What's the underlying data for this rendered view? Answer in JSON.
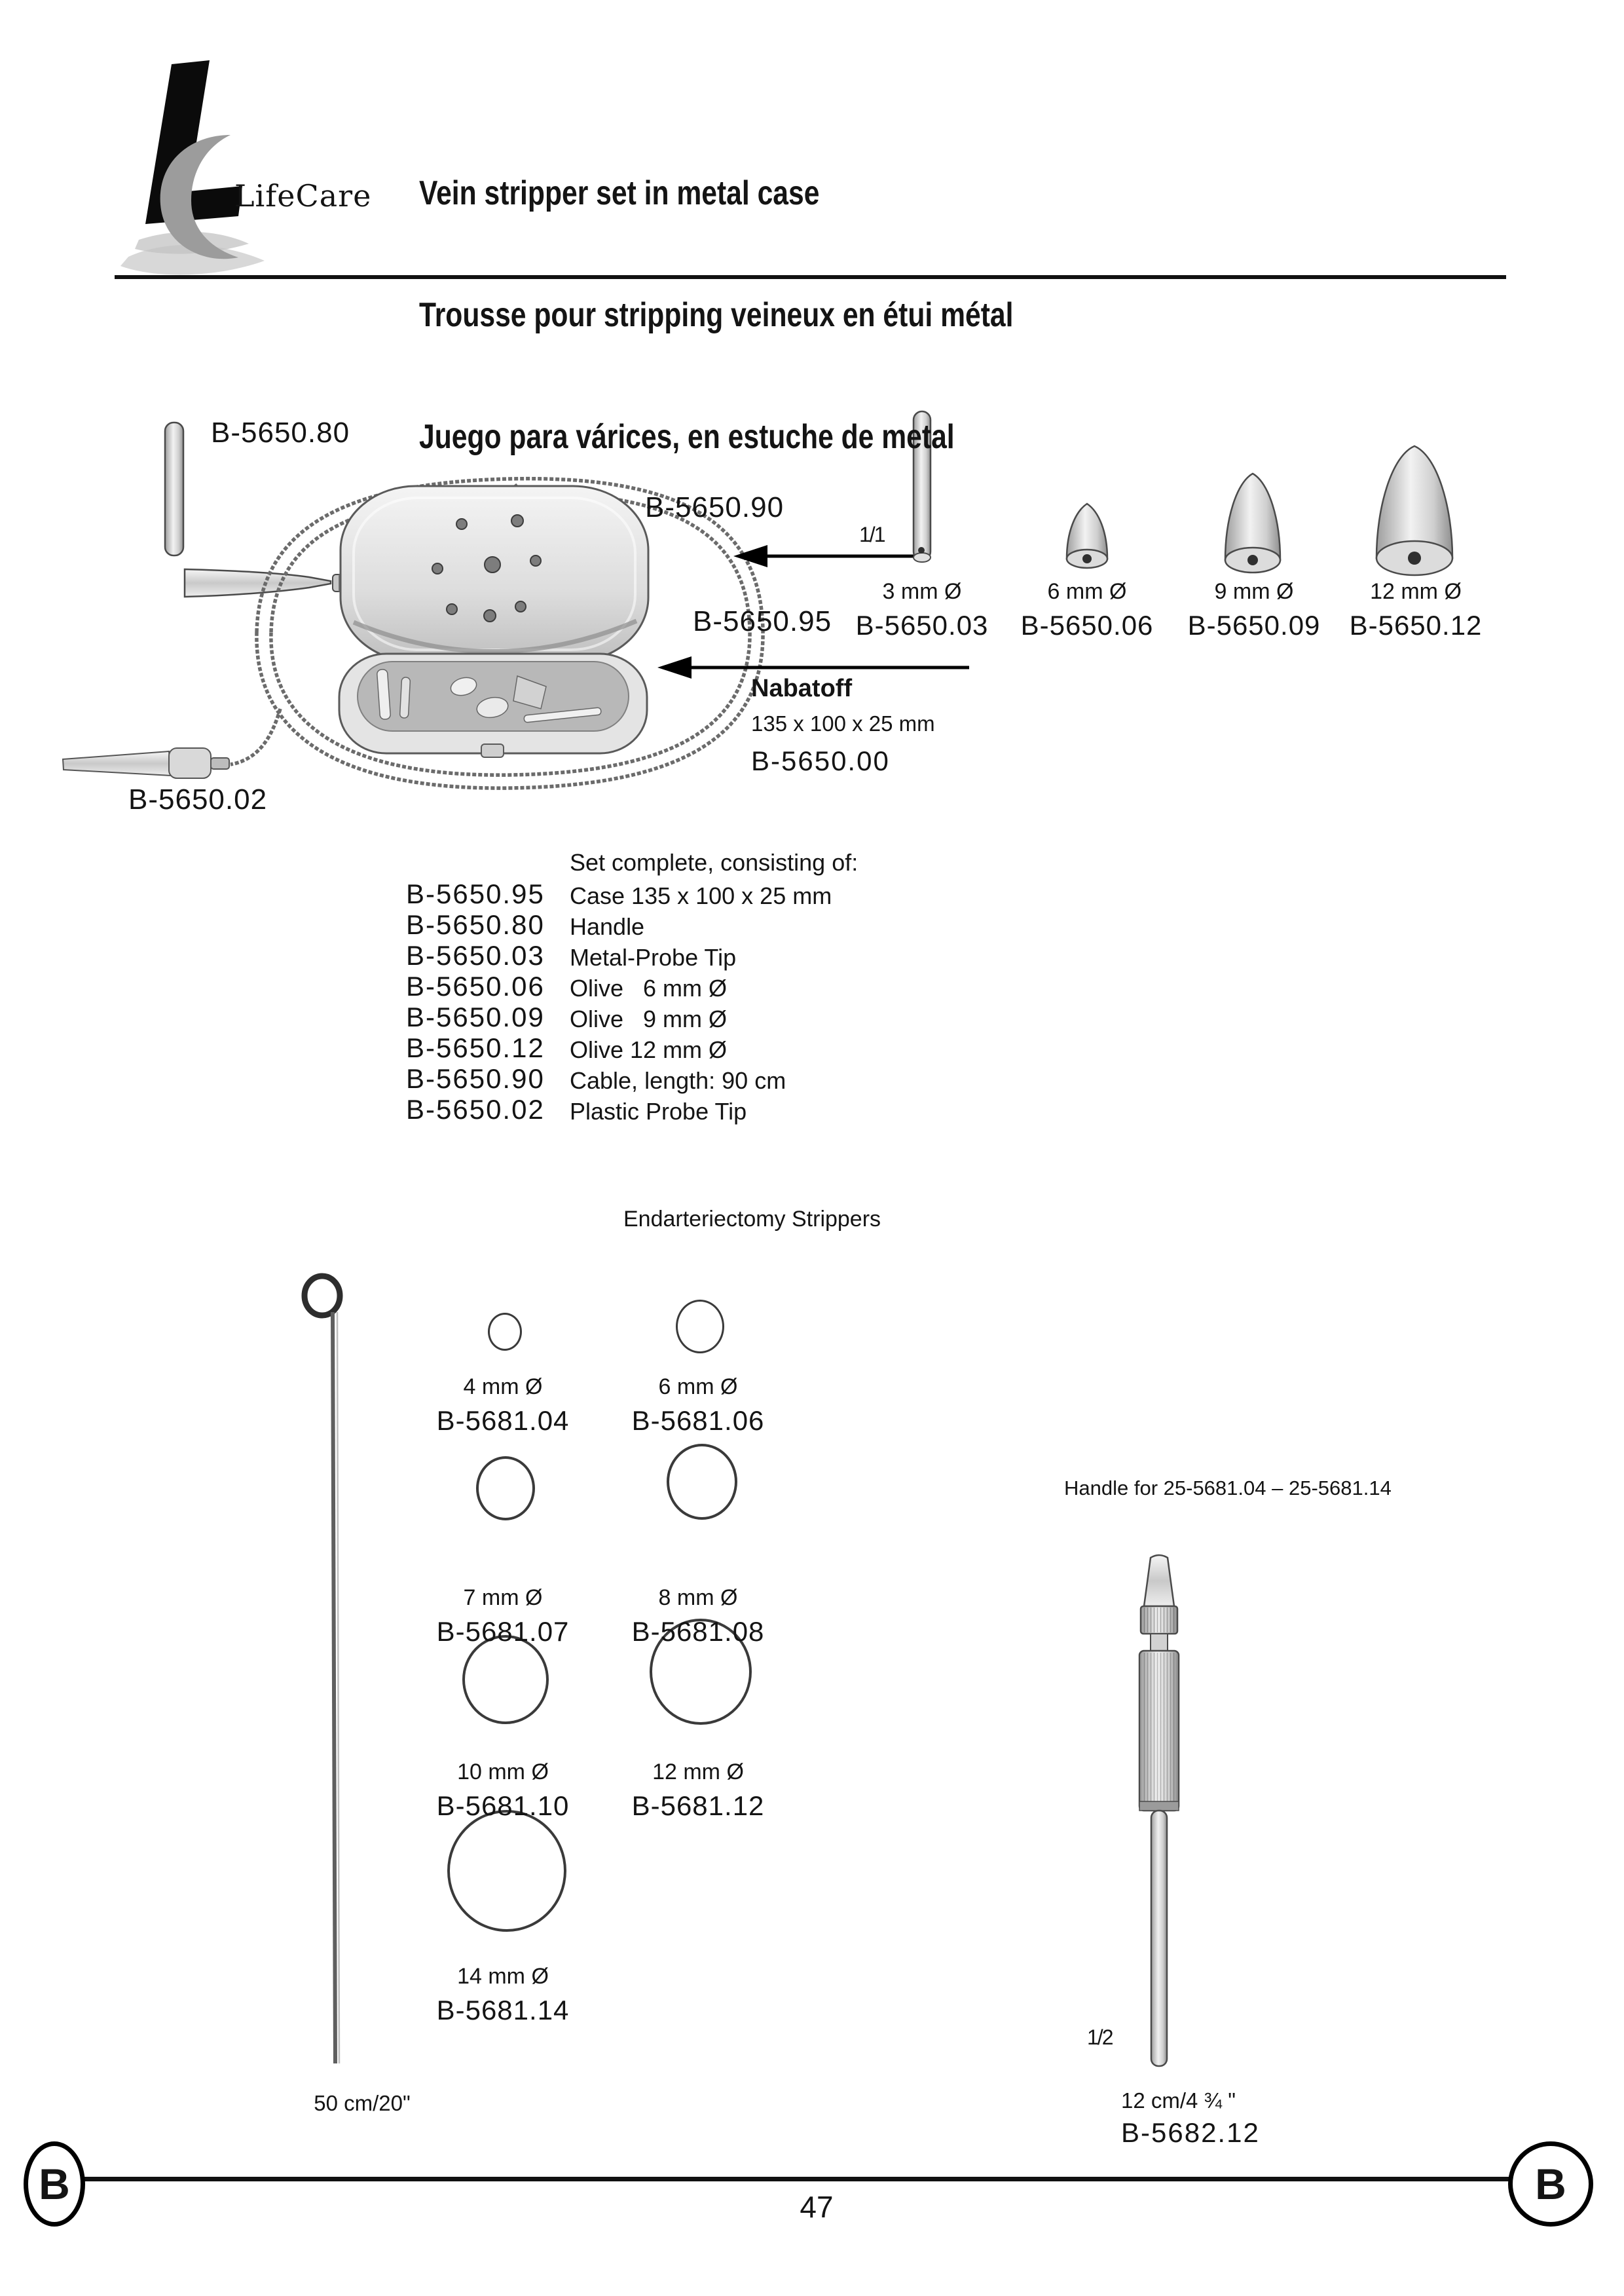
{
  "page": {
    "number": "47",
    "section_letter": "B"
  },
  "logo": {
    "name": "LifeCare"
  },
  "header": {
    "title_lines": [
      "Vein stripper set in metal case",
      "Trousse pour stripping veineux en étui métal",
      "Juego para várices, en estuche de metal"
    ]
  },
  "nabatoff_set": {
    "scale": "1/1",
    "callouts": {
      "handle": "B-5650.80",
      "cable": "B-5650.90",
      "case": "B-5650.95",
      "plastic_tip": "B-5650.02"
    },
    "product": {
      "name": "Nabatoff",
      "dimensions": "135 x 100 x 25 mm",
      "number": "B-5650.00"
    },
    "tips": [
      {
        "size": "3 mm Ø",
        "number": "B-5650.03"
      },
      {
        "size": "6 mm Ø",
        "number": "B-5650.06"
      },
      {
        "size": "9 mm Ø",
        "number": "B-5650.09"
      },
      {
        "size": "12 mm Ø",
        "number": "B-5650.12"
      }
    ],
    "set_list": {
      "header": "Set complete, consisting of:",
      "items": [
        {
          "number": "B-5650.95",
          "description": "Case 135 x 100 x 25 mm"
        },
        {
          "number": "B-5650.80",
          "description": "Handle"
        },
        {
          "number": "B-5650.03",
          "description": "Metal-Probe Tip"
        },
        {
          "number": "B-5650.06",
          "description": "Olive   6 mm Ø"
        },
        {
          "number": "B-5650.09",
          "description": "Olive   9 mm Ø"
        },
        {
          "number": "B-5650.12",
          "description": "Olive 12 mm Ø"
        },
        {
          "number": "B-5650.90",
          "description": "Cable, length: 90 cm"
        },
        {
          "number": "B-5650.02",
          "description": "Plastic Probe Tip"
        }
      ]
    }
  },
  "endarteriectomy": {
    "heading": "Endarteriectomy Strippers",
    "strippers": [
      {
        "size": "4 mm Ø",
        "number": "B-5681.04"
      },
      {
        "size": "6 mm Ø",
        "number": "B-5681.06"
      },
      {
        "size": "7 mm Ø",
        "number": "B-5681.07"
      },
      {
        "size": "8 mm Ø",
        "number": "B-5681.08"
      },
      {
        "size": "10 mm Ø",
        "number": "B-5681.10"
      },
      {
        "size": "12 mm Ø",
        "number": "B-5681.12"
      },
      {
        "size": "14 mm Ø",
        "number": "B-5681.14"
      }
    ],
    "wire_length": "50 cm/20\"",
    "handle": {
      "note": "Handle for 25-5681.04 – 25-5681.14",
      "scale": "1/2",
      "length": "12 cm/4 ¾ \"",
      "number": "B-5682.12"
    }
  }
}
